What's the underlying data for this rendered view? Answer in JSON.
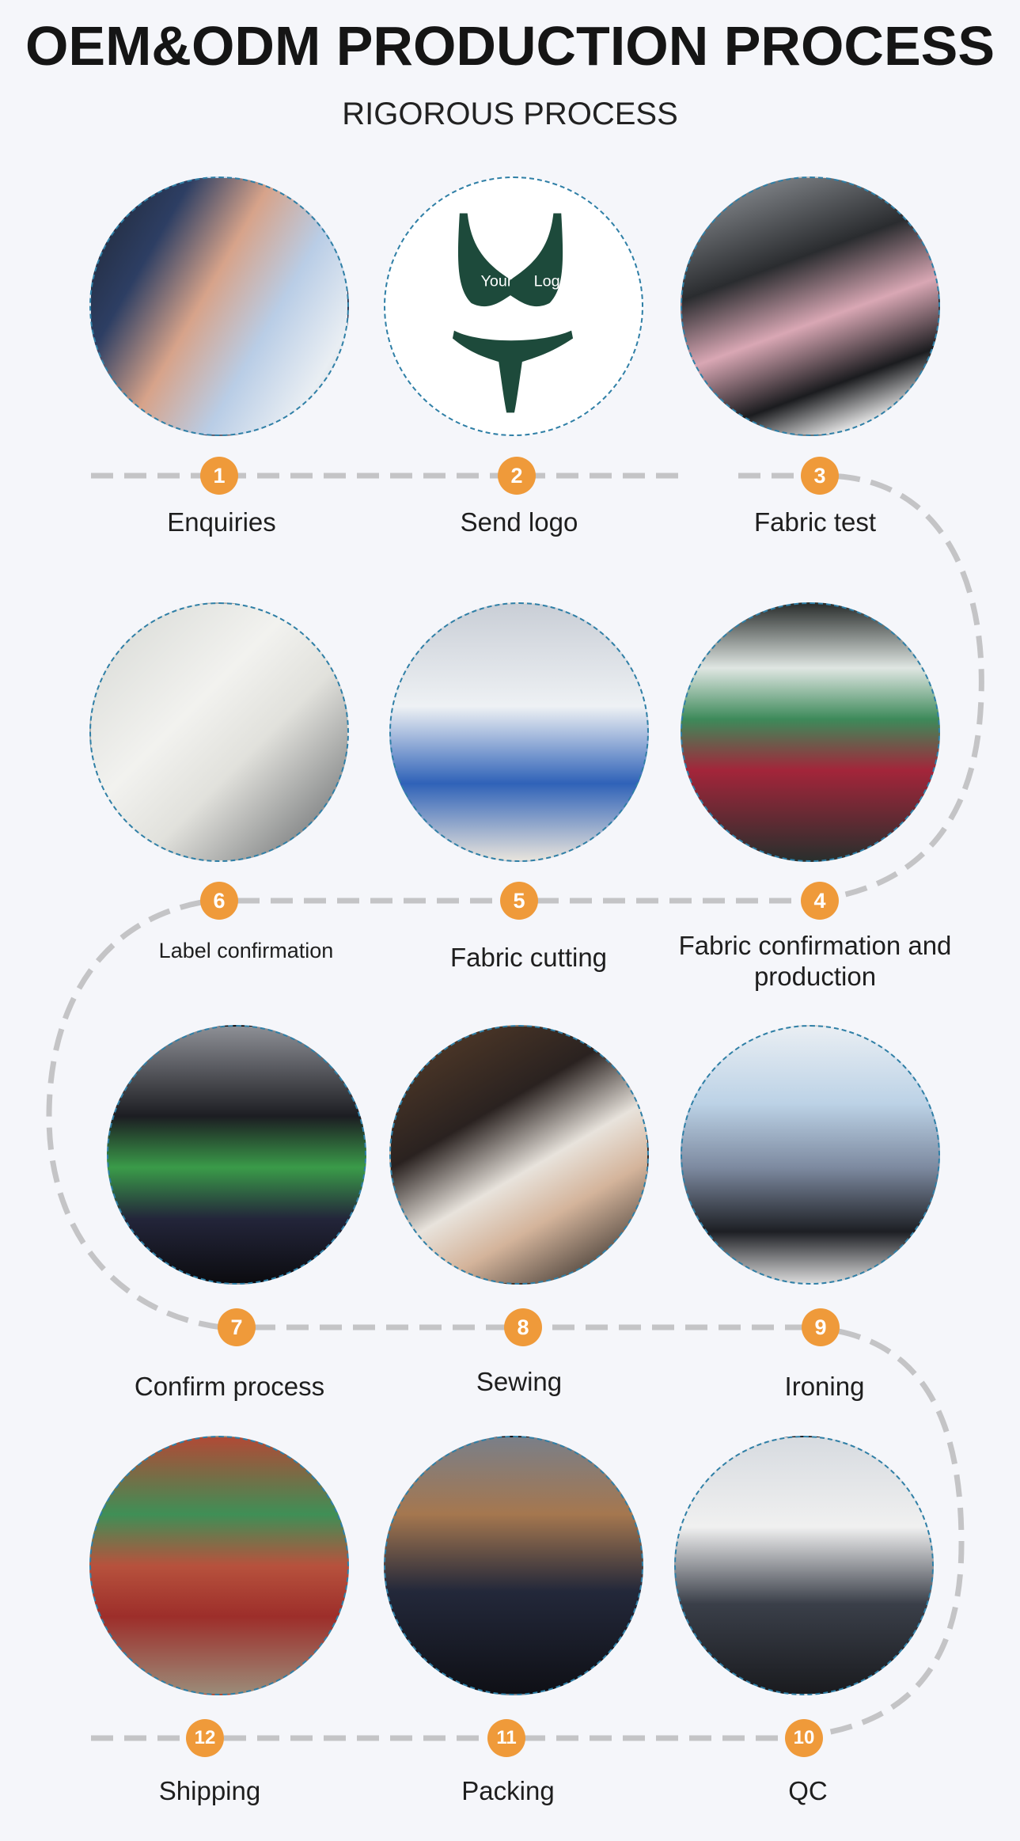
{
  "header": {
    "title": "OEM&ODM PRODUCTION PROCESS",
    "subtitle": "RIGOROUS PROCESS"
  },
  "colors": {
    "badge": "#ef9a3a",
    "dash": "#c4c4c6",
    "circle_border": "#2f7fa6",
    "bikini": "#1d4a3b",
    "background": "#f5f6fa"
  },
  "logo_mockup": {
    "left_text": "Your",
    "right_text": "Logo"
  },
  "steps": [
    {
      "number": "1",
      "label": "Enquiries",
      "photo": "handshake-photo"
    },
    {
      "number": "2",
      "label": "Send logo",
      "photo": "bikini-logo-mockup"
    },
    {
      "number": "3",
      "label": "Fabric test",
      "photo": "fabric-lab-photo"
    },
    {
      "number": "4",
      "label": "Fabric confirmation and production",
      "photo": "factory-floor-photo"
    },
    {
      "number": "5",
      "label": "Fabric cutting",
      "photo": "cutting-photo"
    },
    {
      "number": "6",
      "label": "Label confirmation",
      "photo": "label-tag-photo"
    },
    {
      "number": "7",
      "label": "Confirm process",
      "photo": "embroidery-photo"
    },
    {
      "number": "8",
      "label": "Sewing",
      "photo": "sewing-machine-photo"
    },
    {
      "number": "9",
      "label": "Ironing",
      "photo": "ironing-photo"
    },
    {
      "number": "10",
      "label": "QC",
      "photo": "qc-line-photo"
    },
    {
      "number": "11",
      "label": "Packing",
      "photo": "packing-photo"
    },
    {
      "number": "12",
      "label": "Shipping",
      "photo": "shipping-container-photo"
    }
  ]
}
